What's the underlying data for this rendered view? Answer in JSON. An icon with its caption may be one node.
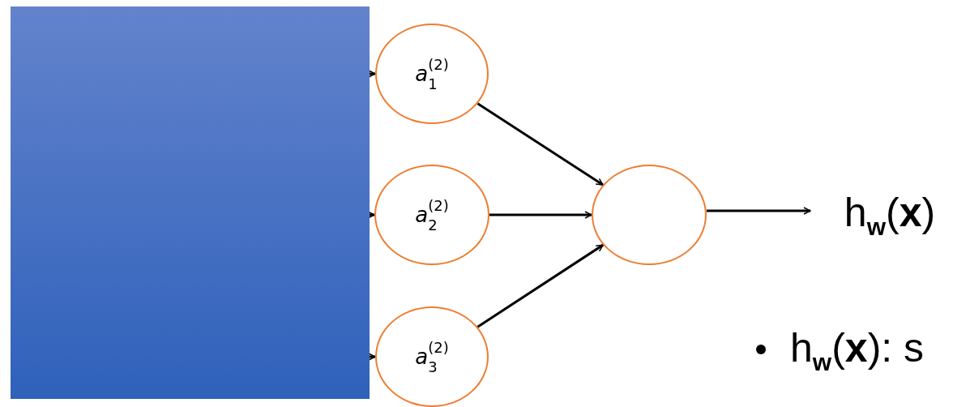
{
  "diagram": {
    "nodes": [
      {
        "text": [],
        "shape": "box"
      },
      {
        "text": [
          "*a*$_{1}$$^{(2)}$"
        ]
      },
      {
        "text": [
          "*a*$_{2}$$^{(2)}$"
        ]
      },
      {
        "text": [
          "*a*$_{3}$$^{(2)}$"
        ]
      },
      {
        "text": [],
        "shape": "circle"
      },
      {
        "text": [
          "h$_{w}$(**x**)"
        ]
      }
    ],
    "edges": [
      {
        "from": 0,
        "to": 1,
        "arrow": "to"
      },
      {
        "from": 0,
        "to": 2,
        "arrow": "to"
      },
      {
        "from": 0,
        "to": 3,
        "arrow": "to"
      },
      {
        "from": 1,
        "to": 4,
        "arrow": "to"
      },
      {
        "from": 2,
        "to": 4,
        "arrow": "to"
      },
      {
        "from": 3,
        "to": 4,
        "arrow": "to"
      },
      {
        "from": 4,
        "to": 5,
        "arrow": "to"
      }
    ],
    "labels": [
      "h$_{w}$(**x**): s"
    ]
  }
}
